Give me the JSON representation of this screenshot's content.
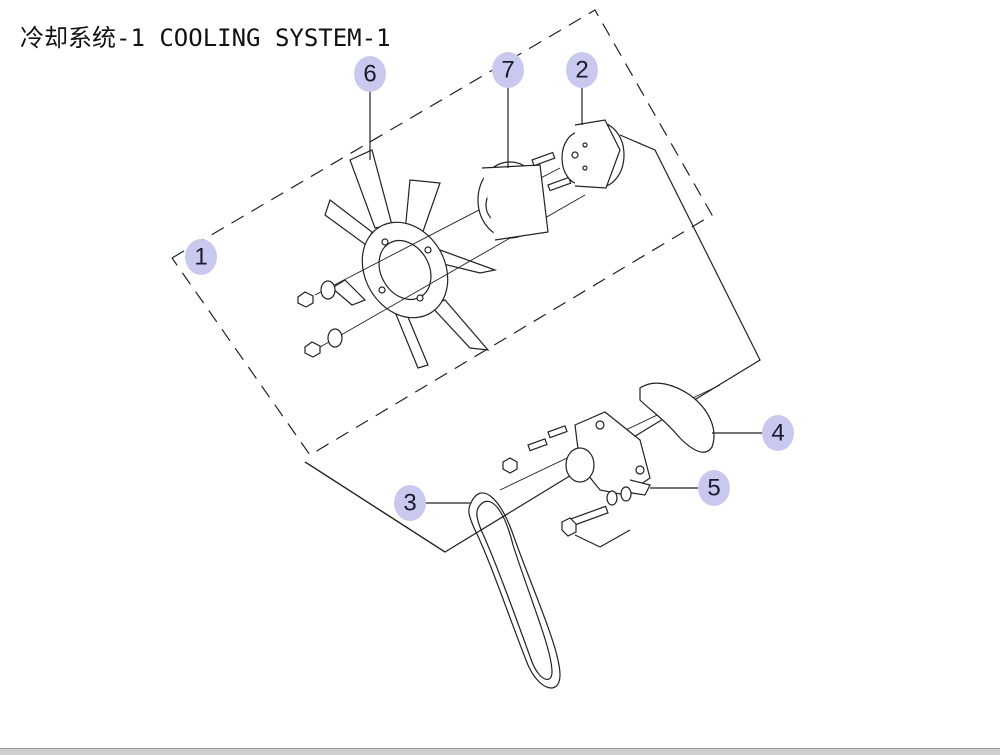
{
  "title": "冷却系统-1 COOLING SYSTEM-1",
  "callouts": [
    {
      "id": "c1",
      "label": "1"
    },
    {
      "id": "c2",
      "label": "2"
    },
    {
      "id": "c3",
      "label": "3"
    },
    {
      "id": "c4",
      "label": "4"
    },
    {
      "id": "c5",
      "label": "5"
    },
    {
      "id": "c6",
      "label": "6"
    },
    {
      "id": "c7",
      "label": "7"
    }
  ],
  "colors": {
    "callout_fill": "#c9c9f0",
    "line": "#222222"
  }
}
